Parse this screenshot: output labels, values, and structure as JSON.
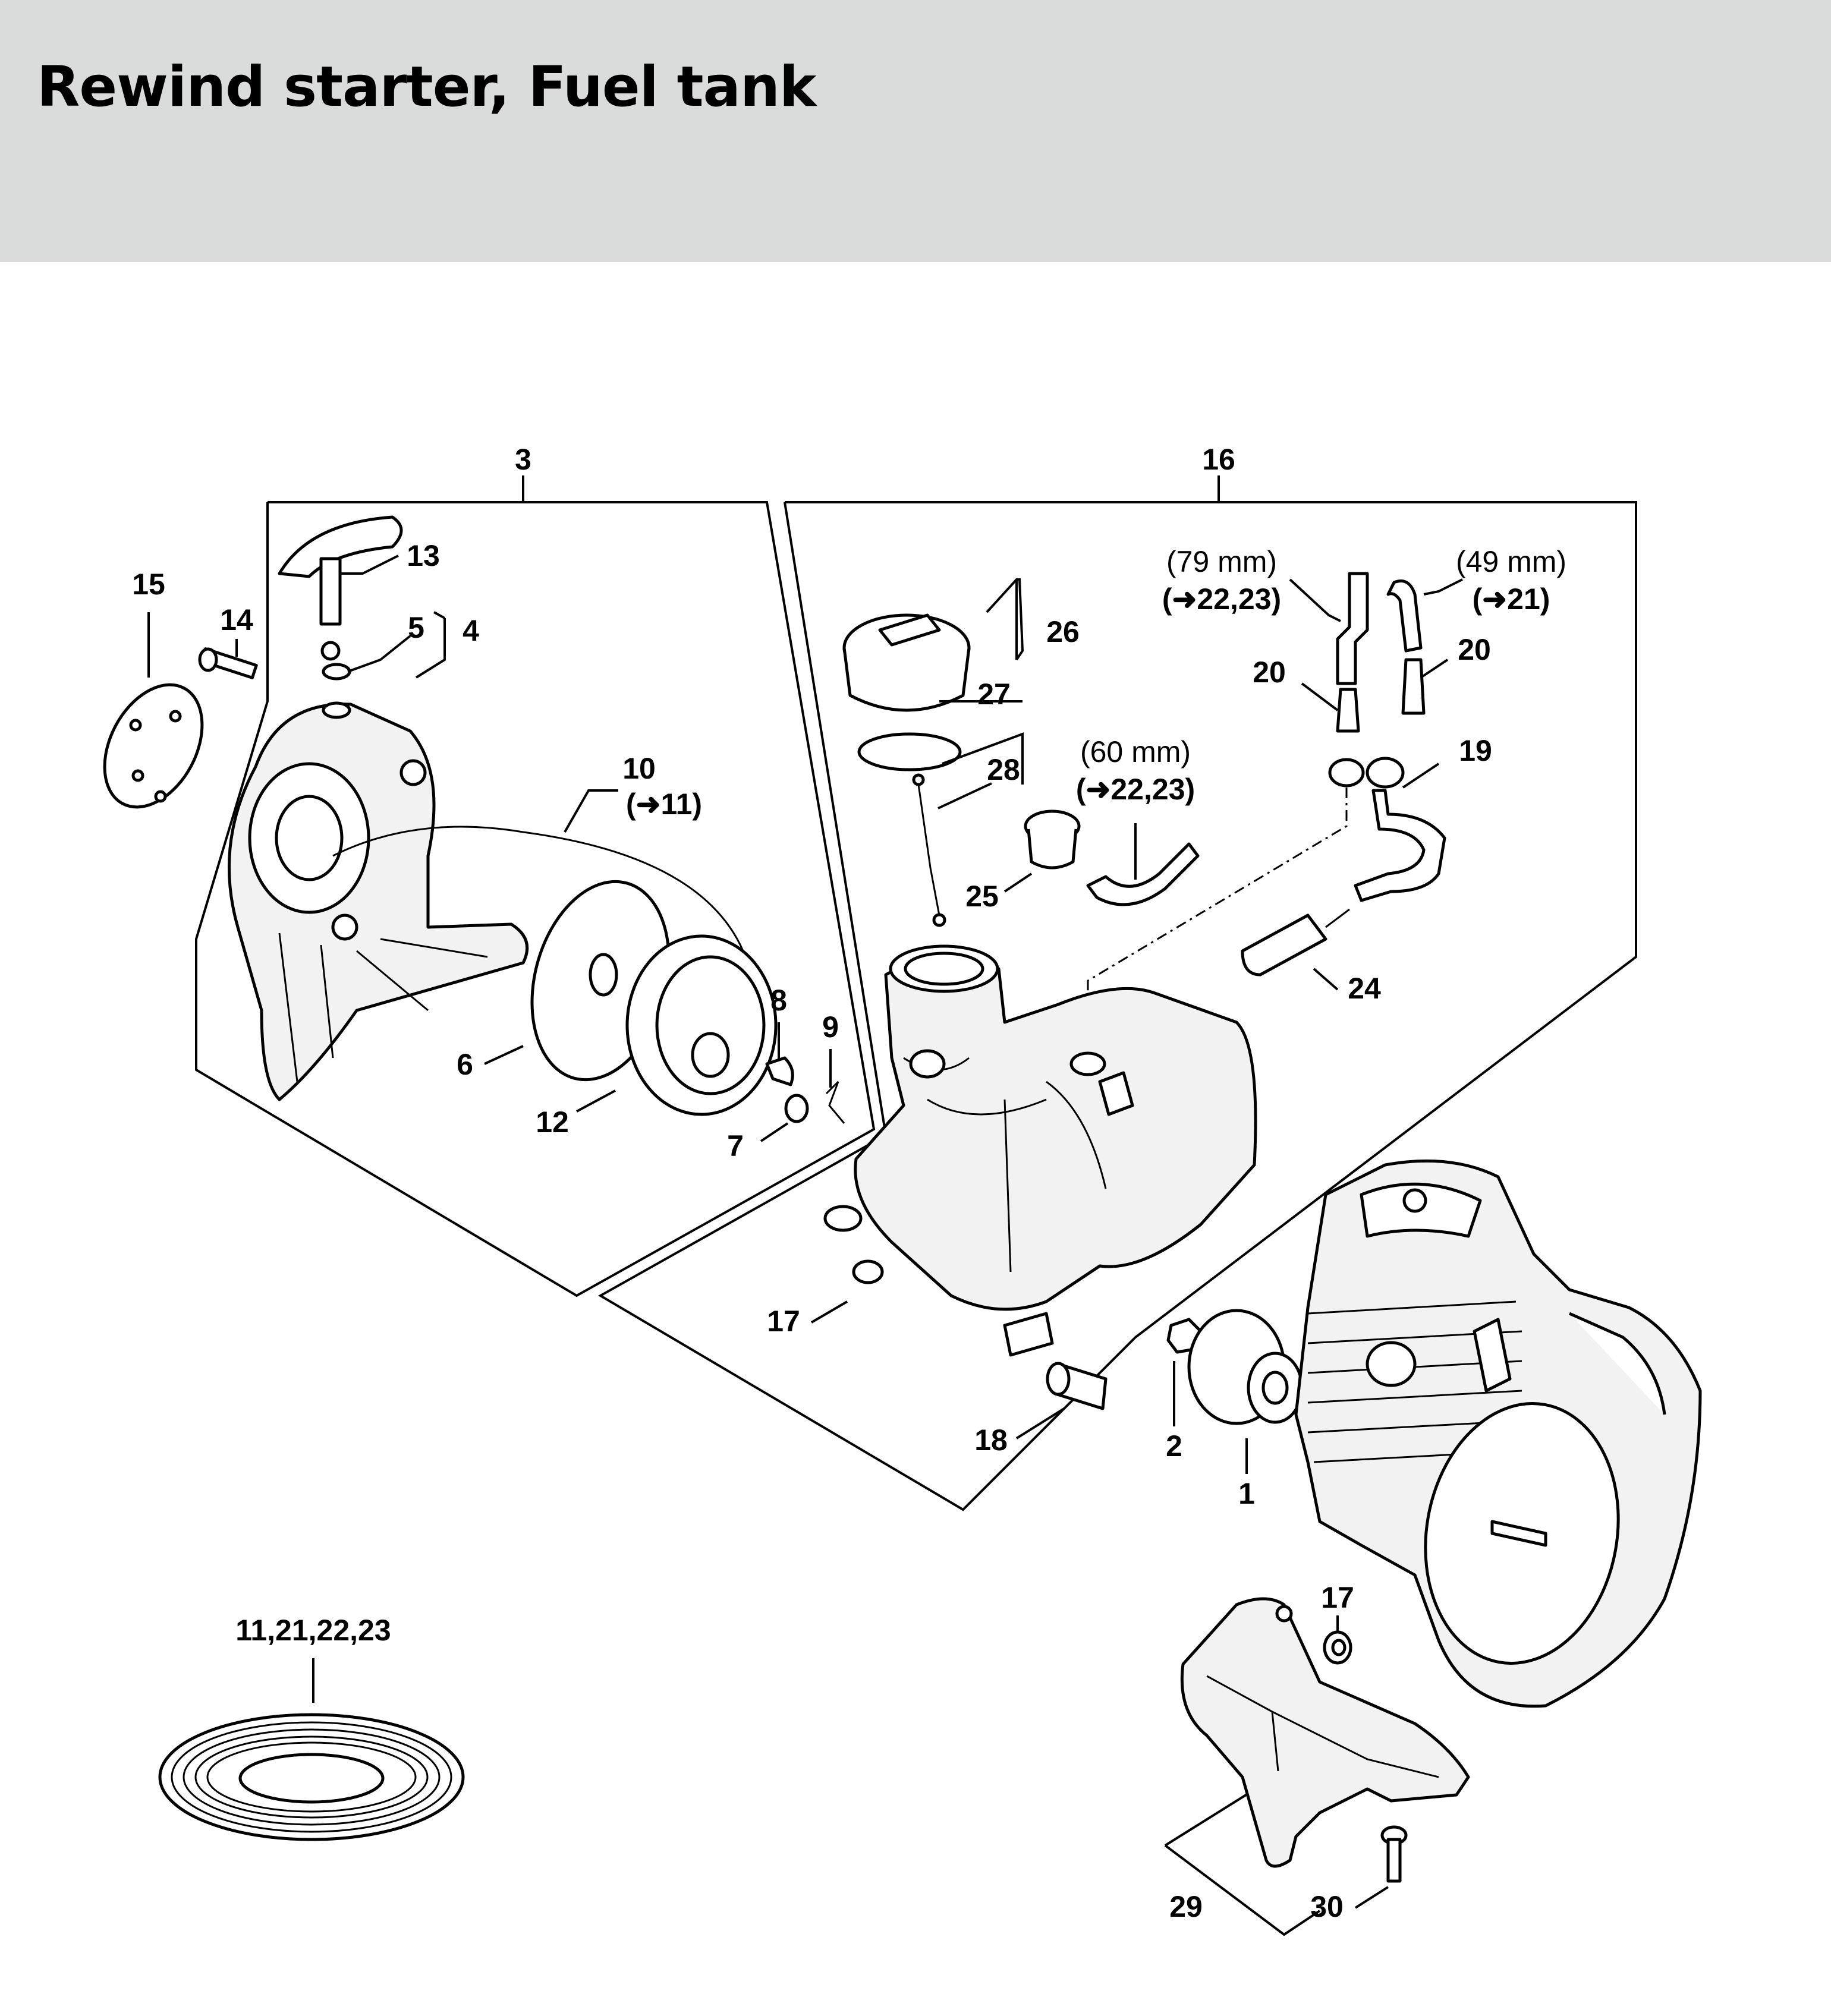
{
  "header": {
    "title": "Rewind starter, Fuel tank",
    "background": "#dadcdb"
  },
  "groups": {
    "starter_group": "3",
    "tank_group": "16"
  },
  "callouts": {
    "c1": "1",
    "c2": "2",
    "c4": "4",
    "c5": "5",
    "c6": "6",
    "c7": "7",
    "c8": "8",
    "c9": "9",
    "c10": "10",
    "c10_ref": "(➜11)",
    "c12": "12",
    "c13": "13",
    "c14": "14",
    "c15": "15",
    "c17a": "17",
    "c17b": "17",
    "c18": "18",
    "c19": "19",
    "c20a": "20",
    "c20b": "20",
    "c24": "24",
    "c25": "25",
    "c26": "26",
    "c27": "27",
    "c28": "28",
    "c29": "29",
    "c30": "30",
    "c_spring": "11,21,22,23"
  },
  "hose_notes": {
    "h79_len": "(79 mm)",
    "h79_ref": "(➜22,23)",
    "h49_len": "(49 mm)",
    "h49_ref": "(➜21)",
    "h60_len": "(60 mm)",
    "h60_ref": "(➜22,23)"
  },
  "icons": [
    "rewind-starter-housing",
    "starter-grip",
    "rope-rotor",
    "fuel-tank",
    "tank-cap",
    "engine-cylinder",
    "fuel-filter",
    "shroud-cover",
    "spiral-spring"
  ]
}
